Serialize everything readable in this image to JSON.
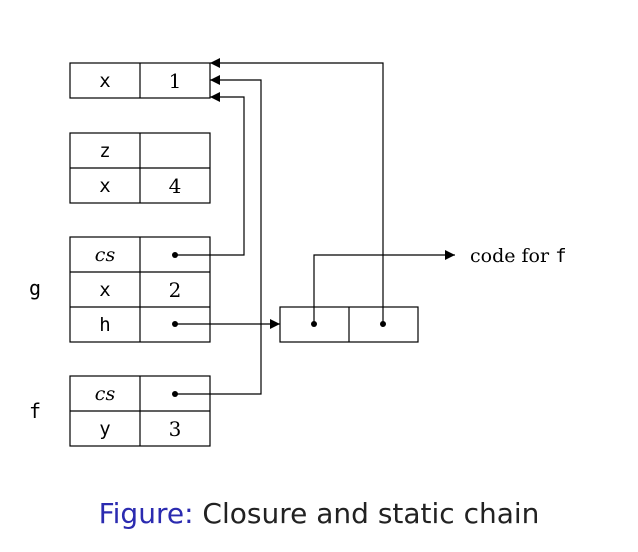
{
  "frames": [
    {
      "id": "global",
      "name": "",
      "rows": [
        {
          "var": "x",
          "value": "1"
        }
      ]
    },
    {
      "id": "frame2",
      "name": "",
      "rows": [
        {
          "var": "z",
          "value": ""
        },
        {
          "var": "x",
          "value": "4"
        }
      ]
    },
    {
      "id": "g",
      "name": "g",
      "rows": [
        {
          "var": "cs",
          "value": "•"
        },
        {
          "var": "x",
          "value": "2"
        },
        {
          "var": "h",
          "value": "•"
        }
      ]
    },
    {
      "id": "f",
      "name": "f",
      "rows": [
        {
          "var": "cs",
          "value": "•"
        },
        {
          "var": "y",
          "value": "3"
        }
      ]
    }
  ],
  "closure_label": {
    "text": "code for ",
    "code": "f"
  },
  "caption": {
    "label": "Figure:",
    "text": "Closure and static chain"
  }
}
